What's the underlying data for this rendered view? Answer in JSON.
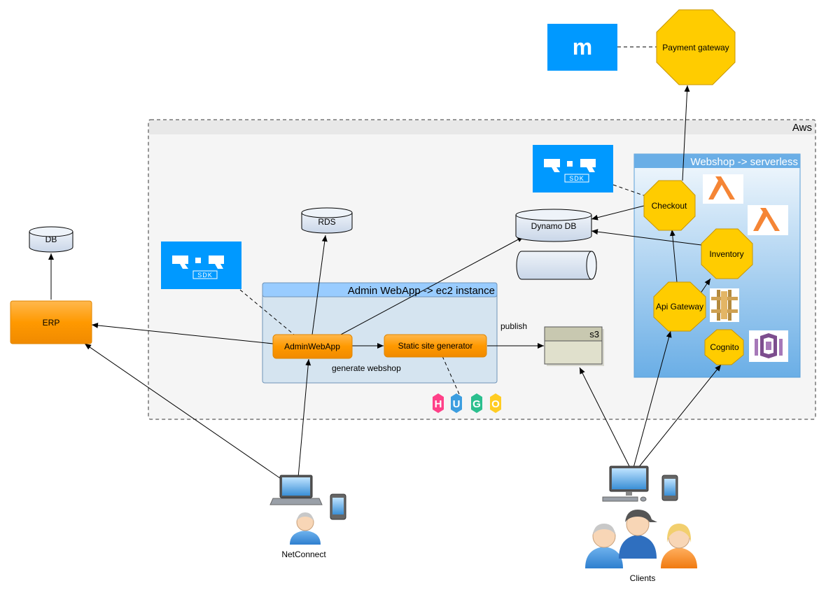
{
  "containers": {
    "aws": "Aws",
    "admin_webapp": "Admin WebApp -> ec2 instance",
    "webshop": "Webshop -> serverless"
  },
  "nodes": {
    "erp": "ERP",
    "erp_db": "DB",
    "rds": "RDS",
    "dynamo_db": "Dynamo DB",
    "admin_webapp": "AdminWebApp",
    "static_site_generator": "Static site generator",
    "s3": "s3",
    "checkout": "Checkout",
    "inventory": "Inventory",
    "api_gateway": "Api Gateway",
    "cognito": "Cognito",
    "payment_gateway": "Payment gateway",
    "mollie_logo_letter": "m",
    "hugo_logo": [
      "H",
      "U",
      "G",
      "O"
    ],
    "sdk_logo_text": "SDK"
  },
  "edge_labels": {
    "publish": "publish",
    "generate_webshop": "generate webshop"
  },
  "actors": {
    "netconnect": "NetConnect",
    "clients": "Clients"
  },
  "colors": {
    "orange_node": "#ff9900",
    "octagon_fill": "#ffcc00",
    "octagon_stroke": "#d6a000",
    "logo_blue": "#0099ff",
    "aws_bg": "#f5f5f5",
    "admin_bg": "#d5e4f0",
    "admin_header": "#99ccff",
    "webshop_header": "#6aaee6",
    "db_fill": "#dce6f2",
    "s3_fill": "#e0e0cc",
    "lambda_orange": "#f58535",
    "cognito_purple": "#7d4e8e"
  },
  "icons": [
    "lambda-icon",
    "api-gateway-icon",
    "cognito-icon",
    "laptop-icon",
    "desktop-icon",
    "phone-icon",
    "person-icon",
    "sdk-logo",
    "mollie-logo",
    "hugo-logo"
  ]
}
